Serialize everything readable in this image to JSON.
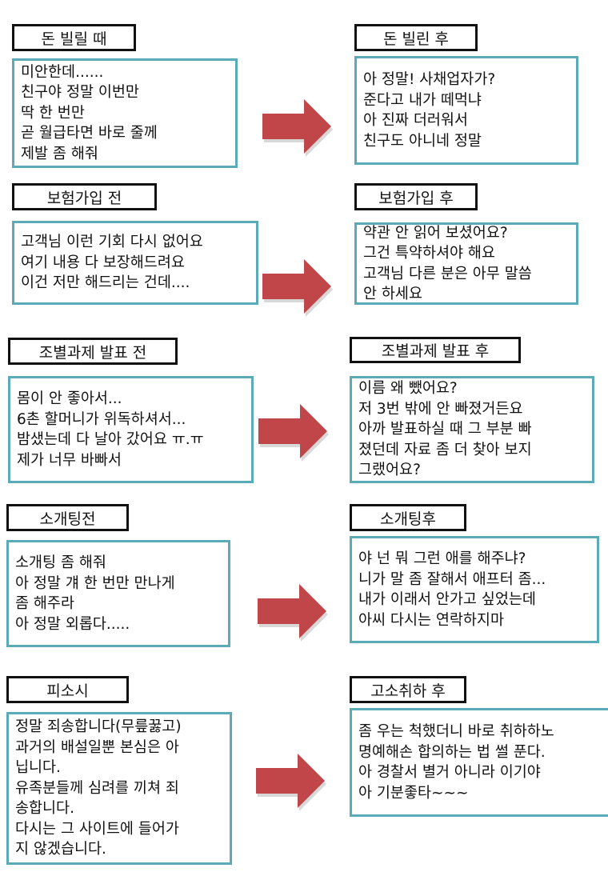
{
  "colors": {
    "arrow": "#c0464a",
    "body_border": "#5aaab8",
    "label_border": "#111111"
  },
  "rows": [
    {
      "before": {
        "title": "돈 빌릴 때",
        "lines": [
          "미안한데......",
          "친구야 정말 이번만",
          "딱 한 번만",
          "곧 월급타면 바로 줄께",
          "제발 좀 해줘"
        ]
      },
      "after": {
        "title": "돈 빌린 후",
        "lines": [
          "아 정말! 사채업자가?",
          "준다고 내가 떼먹냐",
          "아 진짜 더러워서",
          "친구도 아니네 정말"
        ]
      }
    },
    {
      "before": {
        "title": "보험가입 전",
        "lines": [
          "고객님 이런 기회 다시 없어요",
          "여기 내용 다 보장해드려요",
          "이건 저만 해드리는 건데...."
        ]
      },
      "after": {
        "title": "보험가입 후",
        "lines": [
          "약관 안 읽어 보셨어요?",
          "그건 특약하셔야 해요",
          "고객님 다른 분은 아무 말씀",
          "안 하세요"
        ]
      }
    },
    {
      "before": {
        "title": "조별과제 발표 전",
        "lines": [
          "몸이 안 좋아서...",
          "6촌 할머니가 위독하셔서...",
          "밤샜는데 다 날아 갔어요 ㅠ.ㅠ",
          "제가 너무 바빠서"
        ]
      },
      "after": {
        "title": "조별과제 발표 후",
        "lines": [
          "이름 왜 뺐어요?",
          "저 3번 밖에 안 빠졌거든요",
          "아까 발표하실 때 그 부분 빠",
          "졌던데 자료 좀 더 찾아 보지",
          "그랬어요?"
        ]
      }
    },
    {
      "before": {
        "title": "소개팅전",
        "lines": [
          "소개팅 좀 해줘",
          "아 정말 걔 한 번만 만나게",
          "좀 해주라",
          "아 정말 외롭다....."
        ]
      },
      "after": {
        "title": "소개팅후",
        "lines": [
          "야 넌 뭐 그런 애를 해주냐?",
          "니가 말 좀 잘해서 애프터 좀...",
          "내가 이래서 안가고 싶었는데",
          "아씨 다시는 연락하지마"
        ]
      }
    },
    {
      "before": {
        "title": "피소시",
        "lines": [
          "정말 죄송합니다(무릎꿇고)",
          "과거의 배설일뿐 본심은 아",
          "닙니다.",
          "유족분들께 심려를 끼쳐 죄",
          "송합니다.",
          "다시는 그 사이트에 들어가",
          "지 않겠습니다."
        ]
      },
      "after": {
        "title": "고소취하 후",
        "lines": [
          "좀 우는 척했더니 바로 취하하노",
          "명예해손 합의하는 법 썰 푼다.",
          "아 경찰서 별거 아니라 이기야",
          "아 기분좋타~~~"
        ]
      }
    }
  ]
}
